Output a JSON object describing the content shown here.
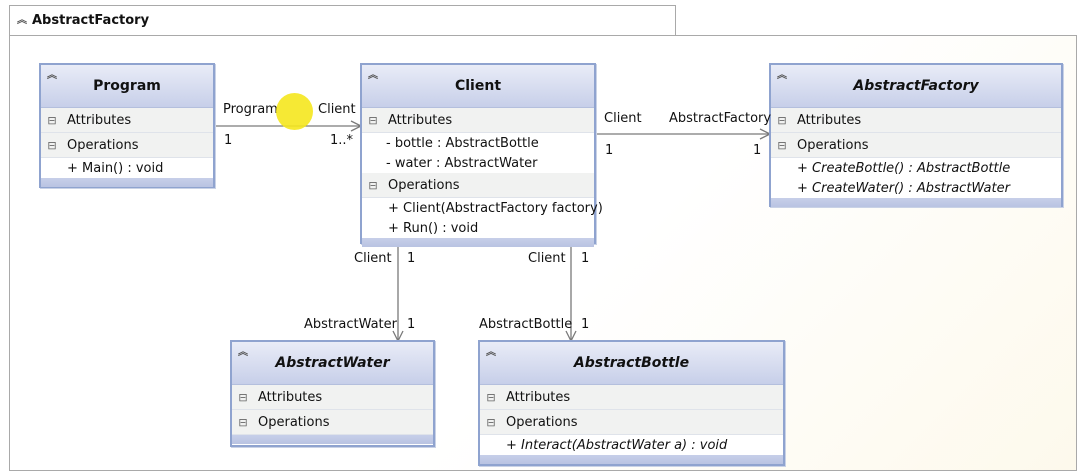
{
  "package": {
    "name": "AbstractFactory"
  },
  "section_labels": {
    "attributes": "Attributes",
    "operations": "Operations"
  },
  "classes": {
    "program": {
      "name": "Program",
      "attributes": [],
      "operations": [
        "+ Main() : void"
      ]
    },
    "client": {
      "name": "Client",
      "attributes": [
        "- bottle : AbstractBottle",
        "- water : AbstractWater"
      ],
      "operations": [
        "+ Client(AbstractFactory factory)",
        "+ Run() : void"
      ]
    },
    "abstract_factory": {
      "name": "AbstractFactory",
      "attributes": [],
      "operations": [
        "+ CreateBottle() : AbstractBottle",
        "+ CreateWater() : AbstractWater"
      ]
    },
    "abstract_water": {
      "name": "AbstractWater",
      "attributes": [],
      "operations": []
    },
    "abstract_bottle": {
      "name": "AbstractBottle",
      "attributes": [],
      "operations": [
        "+ Interact(AbstractWater a) : void"
      ]
    }
  },
  "associations": {
    "program_client": {
      "source_role": "Program",
      "source_mult": "1",
      "target_role": "Client",
      "target_mult": "1..*"
    },
    "client_factory": {
      "source_role": "Client",
      "source_mult": "1",
      "target_role": "AbstractFactory",
      "target_mult": "1"
    },
    "client_water": {
      "source_role": "Client",
      "source_mult": "1",
      "target_role": "AbstractWater",
      "target_mult": "1"
    },
    "client_bottle": {
      "source_role": "Client",
      "source_mult": "1",
      "target_role": "AbstractBottle",
      "target_mult": "1"
    }
  },
  "colors": {
    "class_border": "#8fa3cf",
    "header_top": "#e9ecf7",
    "header_bottom": "#c7cfe9",
    "connector": "#7a7a7a",
    "cursor_highlight": "#f5e71e"
  }
}
